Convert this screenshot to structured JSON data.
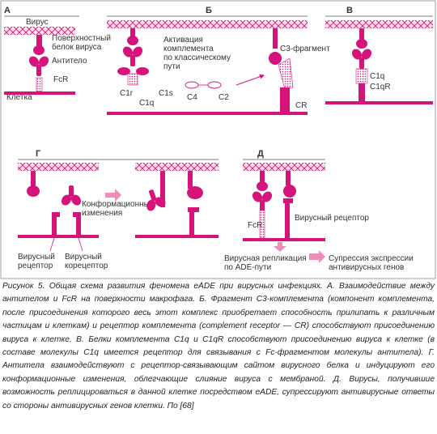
{
  "colors": {
    "magenta": "#d4147a",
    "pink_fill": "#f2c6da",
    "pink_dark": "#c0106c",
    "text": "#333333"
  },
  "panels": {
    "a": {
      "letter": "А",
      "virus": "Вирус",
      "surface_protein": "Поверхностный белок вируса",
      "surface_protein_l1": "Поверхностный",
      "surface_protein_l2": "белок вируса",
      "antibody": "Антитело",
      "fcr": "FcR",
      "cell": "Клетка"
    },
    "b": {
      "letter": "Б",
      "activation_l1": "Активация",
      "activation_l2": "комплемента",
      "activation_l3": "по классическому",
      "activation_l4": "пути",
      "c3": "С3-фрагмент",
      "c1r": "C1r",
      "c1s": "C1s",
      "c1q": "C1q",
      "c4": "C4",
      "c2": "C2",
      "cr": "CR"
    },
    "v": {
      "letter": "В",
      "c1q": "C1q",
      "c1qr": "C1qR"
    },
    "g": {
      "letter": "Г",
      "conf_l1": "Конформационные",
      "conf_l2": "изменения",
      "viral_receptor_l1": "Вирусный",
      "viral_receptor_l2": "рецептор",
      "viral_coreceptor_l1": "Вирусный",
      "viral_coreceptor_l2": "корецептор"
    },
    "d": {
      "letter": "Д",
      "fcr": "FcR",
      "viral_receptor": "Вирусный рецептор",
      "replication_l1": "Вирусная репликация",
      "replication_l2": "по ADE-пути",
      "suppression_l1": "Супрессия экспрессии",
      "suppression_l2": "антивирусных генов"
    }
  },
  "caption": "Рисунок 5. Общая схема развития феномена eADE при вирусных инфекциях. А. Взаимодействие между антителом и FcR на поверхности макрофага. Б. Фрагмент С3-комплемента (компонент комплемента, после присоединения которого весь этот комплекс приобретает способность прилипать к различным частицам и клеткам) и рецептор комплемента (complement receptor — CR) способствуют присоединению вируса к клетке. В. Белки комплемента C1q и C1qR способствуют присоединению вируса к клетке (в составе молекулы C1q имеется рецептор для связывания с Fc-фрагментом молекулы антитела). Г. Антитела взаимодействуют с рецептор-связывающим сайтом вирусного белка и индуцируют его конформационные изменения, облегчающие слияние вируса с мембраной. Д. Вирусы, получившие возможность реплицироваться в данной клетке посредством eADE, супрессируют антивирусные ответы со стороны антивирусных генов клетки. По [68]"
}
